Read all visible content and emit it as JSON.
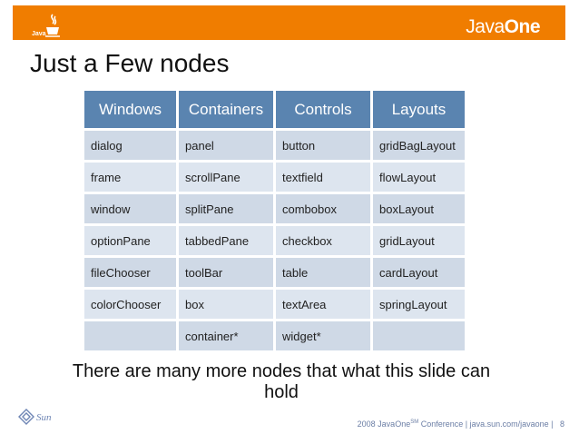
{
  "header": {
    "brand_prefix": "Java",
    "brand_suffix": "One",
    "logo_text": "Java"
  },
  "slide": {
    "title": "Just a Few nodes",
    "caption": "There are many more nodes that what this slide can hold"
  },
  "table": {
    "headers": [
      "Windows",
      "Containers",
      "Controls",
      "Layouts"
    ],
    "rows": [
      [
        "dialog",
        "panel",
        "button",
        "gridBagLayout"
      ],
      [
        "frame",
        "scrollPane",
        "textfield",
        "flowLayout"
      ],
      [
        "window",
        "splitPane",
        "combobox",
        "boxLayout"
      ],
      [
        "optionPane",
        "tabbedPane",
        "checkbox",
        "gridLayout"
      ],
      [
        "fileChooser",
        "toolBar",
        "table",
        "cardLayout"
      ],
      [
        "colorChooser",
        "box",
        "textArea",
        "springLayout"
      ],
      [
        "",
        "container*",
        "widget*",
        ""
      ]
    ]
  },
  "footer": {
    "year": "2008 JavaOne",
    "sm": "SM",
    "rest": " Conference |  java.sun.com/javaone  |",
    "page": "8"
  },
  "colors": {
    "topbar": "#f07d00",
    "header_cell": "#5a84b0",
    "body_cell": "#d6dfeb"
  },
  "icons": [
    "java-cup-icon",
    "sun-logo-icon"
  ]
}
